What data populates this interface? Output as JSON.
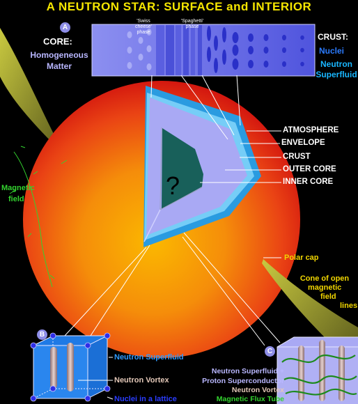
{
  "title": "A NEUTRON STAR:  SURFACE and INTERIOR",
  "markers": {
    "a": "A",
    "b": "B",
    "c": "C"
  },
  "core_panel": {
    "core_label": "CORE:",
    "core_desc_1": "Homogeneous",
    "core_desc_2": "Matter",
    "swiss_1": "'Swiss",
    "swiss_2": "cheese'",
    "swiss_3": "phase",
    "spaghetti_1": "'Spaghetti'",
    "spaghetti_2": "phase",
    "crust_label": "CRUST:",
    "nuclei_label": "Nuclei",
    "superfluid_1": "Neutron",
    "superfluid_2": "Superfluid"
  },
  "layers": {
    "atmosphere": "ATMOSPHERE",
    "envelope": "ENVELOPE",
    "crust": "CRUST",
    "outer_core": "OUTER CORE",
    "inner_core": "INNER CORE",
    "unknown": "?"
  },
  "magnetic_field_1": "Magnetic",
  "magnetic_field_2": "field",
  "polar_cap": "Polar cap",
  "cone_lines": [
    "Cone of open",
    "magnetic",
    "field",
    "lines"
  ],
  "box_b": {
    "neutron_superfluid": "Neutron Superfluid",
    "neutron_vortex": "Neutron Vortex",
    "nuclei_lattice": "Nuclei in a lattice"
  },
  "box_c": {
    "line_1": "Neutron Superfluid +",
    "line_2": "Proton Superconductor",
    "line_3": "Neutron Vortex",
    "line_4": "Magnetic Flux Tube"
  },
  "colors": {
    "title": "#f5e600",
    "star_outer": "#e31a12",
    "star_inner": "#f7a500",
    "crust_cyan": "#1fa6e8",
    "outer_core_lav": "#a7a7f2",
    "inner_core_teal": "#17605a",
    "field_green": "#33d32f",
    "cone": "#9a9a24"
  }
}
